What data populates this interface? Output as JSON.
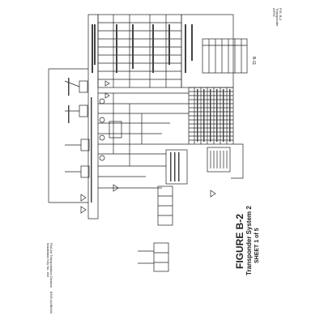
{
  "sheet": {
    "figure_number": "FIGURE B-2",
    "figure_title": "Transponder System 2",
    "sheet_label": "SHEET 1 of 5",
    "page_number": "B-11"
  },
  "margin_left": {
    "line1": "FAA Air Transportation Division",
    "line2": "Installation Key No. ###"
  },
  "margin_right": {
    "line1": "FIG. B-2",
    "line2": "Transponder",
    "line3": "APPX"
  },
  "bottom_left_code": "8200.###B/###",
  "colors": {
    "ink": "#222222",
    "paper": "#ffffff"
  }
}
